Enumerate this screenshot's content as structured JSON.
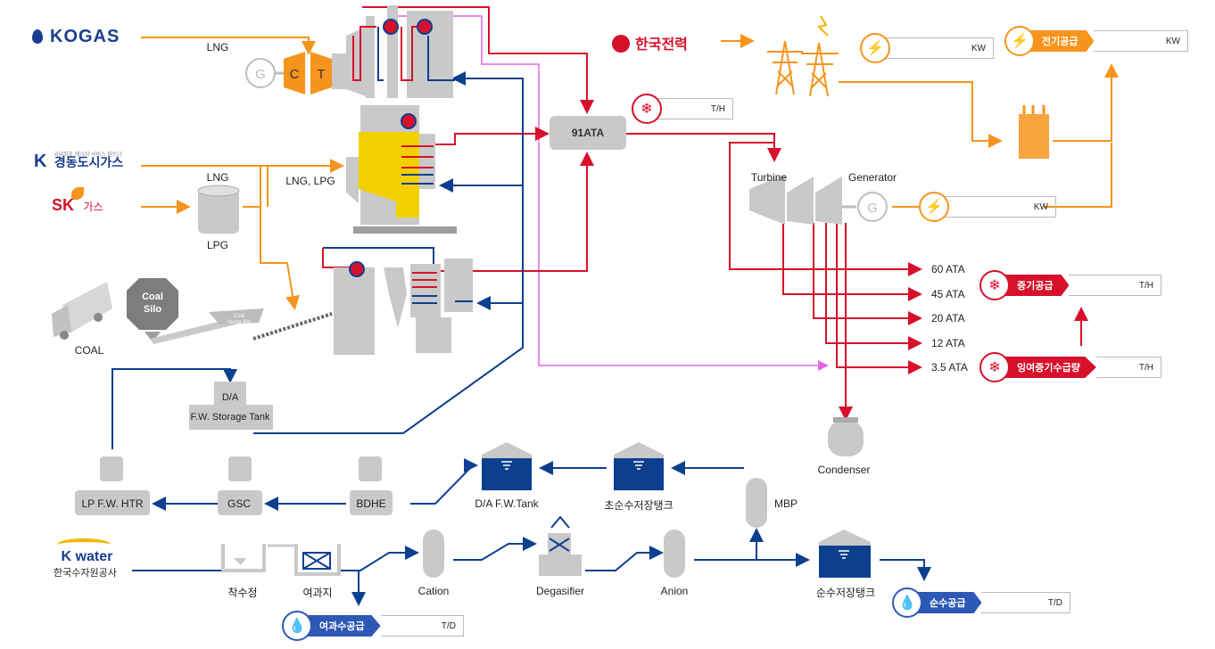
{
  "logos": {
    "kogas": "KOGAS",
    "kdgas_sub": "국내최초 에너지 서비스 파트너",
    "kdgas": "경동도시가스",
    "skgas_sk": "SK",
    "skgas_name": "가스",
    "kepco": "한국전력",
    "kwater": "K water",
    "kwater_sub": "한국수자원공사"
  },
  "fuel": {
    "lng1": "LNG",
    "lng2": "LNG",
    "lng_lpg": "LNG, LPG",
    "lpg": "LPG",
    "coal": "COAL",
    "coal_silo_1": "Coal",
    "coal_silo_2": "Silo",
    "surge_bin_1": "Coal",
    "surge_bin_2": "Surge Bin"
  },
  "gct": {
    "g": "G",
    "c": "C",
    "t": "T"
  },
  "header_91ata": "91ATA",
  "turbine": {
    "turbine": "Turbine",
    "generator": "Generator",
    "g": "G",
    "condenser": "Condenser"
  },
  "pressures": [
    "60 ATA",
    "45 ATA",
    "20 ATA",
    "12 ATA",
    "3.5 ATA"
  ],
  "badges": {
    "steam_unit": "T/H",
    "steam_supply": "증기공급",
    "steam_supply_unit": "T/H",
    "surplus_steam": "잉여증기수급량",
    "surplus_unit": "T/H",
    "power_supply": "전기공급",
    "power_supply_unit": "KW",
    "kepco_unit": "KW",
    "gen_unit": "KW",
    "filtered_water": "여과수공급",
    "filtered_unit": "T/D",
    "pure_water": "순수공급",
    "pure_unit": "T/D"
  },
  "feedwater": {
    "da_1": "D/A",
    "da_2": "F.W. Storage Tank",
    "lp_htr": "LP F.W. HTR",
    "gsc": "GSC",
    "bdhe": "BDHE",
    "da_tank": "D/A F.W.Tank",
    "ultra_tank": "초순수저장탱크",
    "mbp": "MBP",
    "settling": "착수정",
    "filter": "여과지",
    "cation": "Cation",
    "degasifier": "Degasifier",
    "anion": "Anion",
    "pure_tank": "순수저장탱크"
  },
  "colors": {
    "orange": "#f7941d",
    "red": "#d7102b",
    "navy": "#0d3f8f",
    "magenta": "#e466e6",
    "gray": "#bdbdbd",
    "yellow": "#f4d000",
    "blue_badge": "#2d58b5"
  }
}
